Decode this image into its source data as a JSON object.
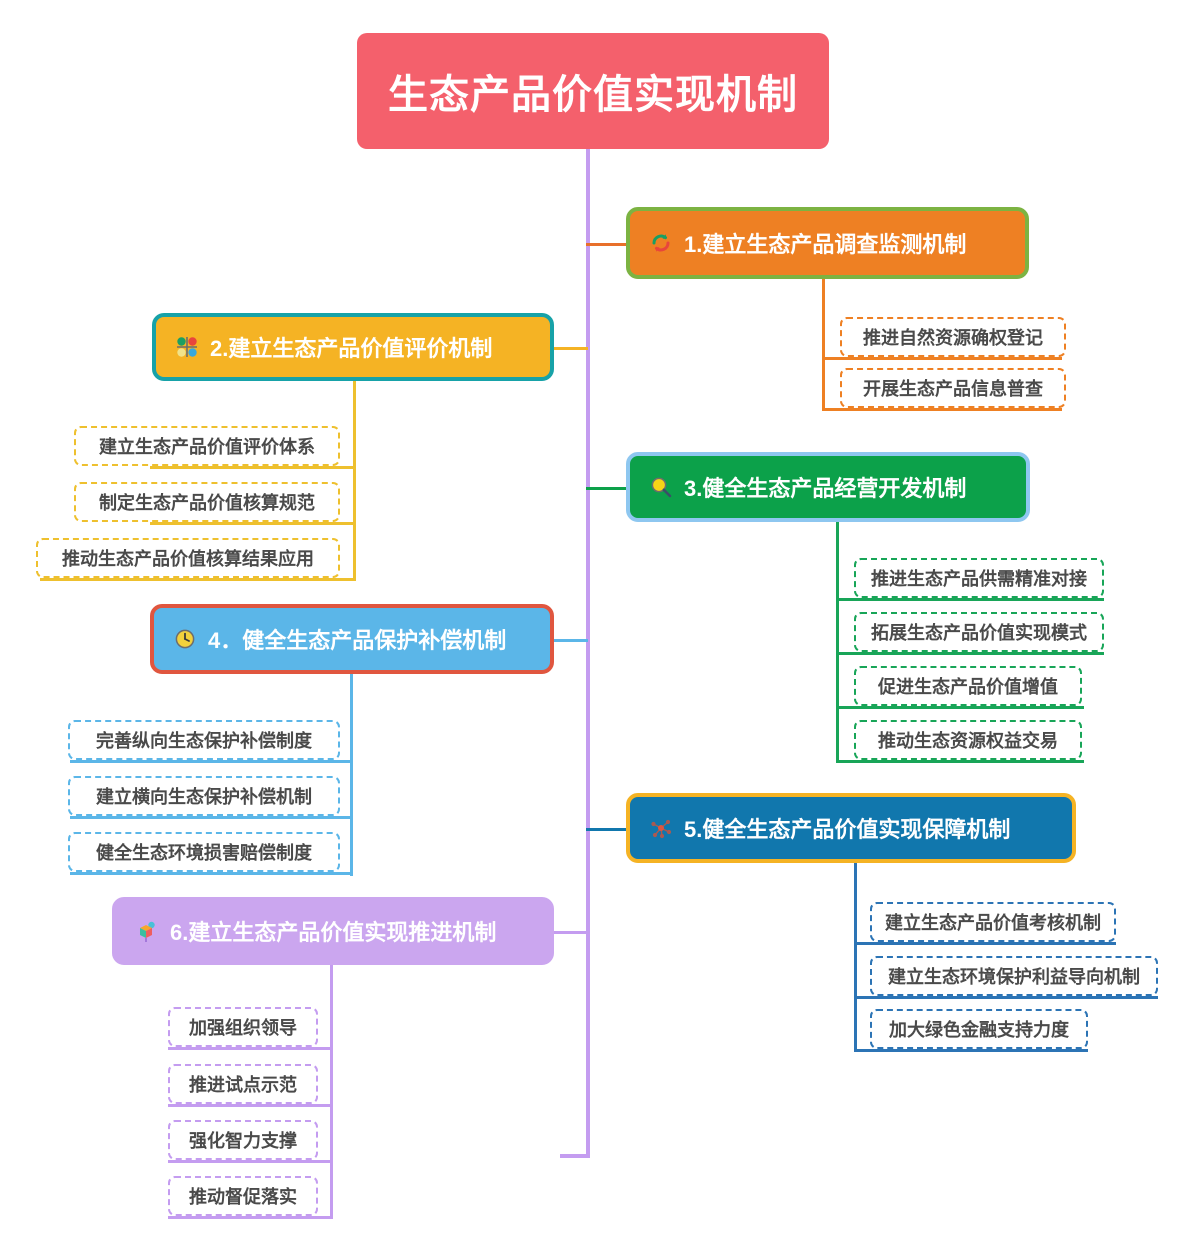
{
  "title": "生态产品价值实现机制",
  "colors": {
    "root_fill": "#f4606c",
    "trunk": "#c49cf0",
    "leaf_text": "#4a4a4a",
    "branch_text": "#ffffff"
  },
  "branches": [
    {
      "id": "b1",
      "label": "1.建立生态产品调查监测机制",
      "icon": "recycle-icon",
      "fill": "#ee8023",
      "border": "#7cb342",
      "line": "#e8702a",
      "leaf_border": "#ee8023",
      "side": "right",
      "children": [
        "推进自然资源确权登记",
        "开展生态产品信息普查"
      ]
    },
    {
      "id": "b2",
      "label": "2.建立生态产品价值评价机制",
      "icon": "four-dots-grid-icon",
      "fill": "#f5b324",
      "border": "#17a2a8",
      "line": "#f5b324",
      "leaf_border": "#eec02e",
      "side": "left",
      "children": [
        "建立生态产品价值评价体系",
        "制定生态产品价值核算规范",
        "推动生态产品价值核算结果应用"
      ]
    },
    {
      "id": "b3",
      "label": "3.健全生态产品经营开发机制",
      "icon": "magnifier-icon",
      "fill": "#0ca14a",
      "border": "#8ec7f0",
      "line": "#0ca14a",
      "leaf_border": "#18a558",
      "side": "right",
      "children": [
        "推进生态产品供需精准对接",
        "拓展生态产品价值实现模式",
        "促进生态产品价值增值",
        "推动生态资源权益交易"
      ]
    },
    {
      "id": "b4",
      "label": "4．健全生态产品保护补偿机制",
      "icon": "clock-icon",
      "fill": "#5bb6e8",
      "border": "#e0563f",
      "line": "#5bb6e8",
      "leaf_border": "#5bb6e8",
      "side": "left",
      "children": [
        "完善纵向生态保护补偿制度",
        "建立横向生态保护补偿机制",
        "健全生态环境损害赔偿制度"
      ]
    },
    {
      "id": "b5",
      "label": "5.健全生态产品价值实现保障机制",
      "icon": "network-nodes-icon",
      "fill": "#1177ad",
      "border": "#f5b324",
      "line": "#1177ad",
      "leaf_border": "#2c74b5",
      "side": "right",
      "children": [
        "建立生态产品价值考核机制",
        "建立生态环境保护利益导向机制",
        "加大绿色金融支持力度"
      ]
    },
    {
      "id": "b6",
      "label": "6.建立生态产品价值实现推进机制",
      "icon": "gift-cube-icon",
      "fill": "#cba6ef",
      "border": "#cba6ef",
      "line": "#c49cf0",
      "leaf_border": "#c49cf0",
      "side": "left",
      "children": [
        "加强组织领导",
        "推进试点示范",
        "强化智力支撑",
        "推动督促落实"
      ]
    }
  ]
}
